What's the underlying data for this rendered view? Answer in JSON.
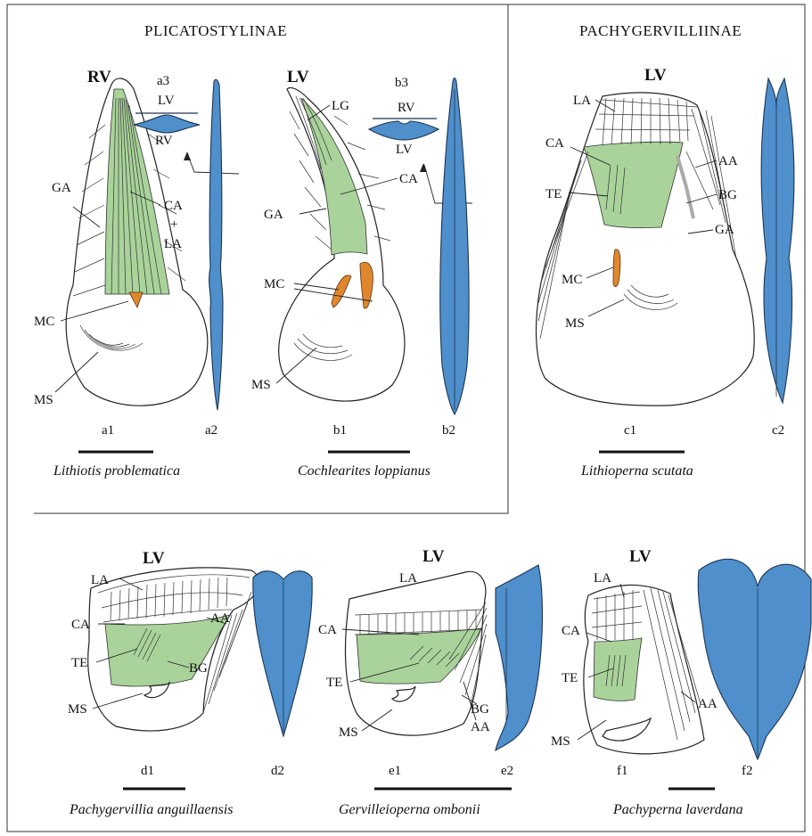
{
  "sections": {
    "plicatostylinae": "PLICATOSTYLINAE",
    "pachygervilliinae": "PACHYGERVILLIINAE"
  },
  "valve_tags": {
    "a": "RV",
    "b": "LV",
    "c": "LV",
    "d": "LV",
    "e": "LV",
    "f": "LV"
  },
  "section_labels": {
    "a3": "a3",
    "a3_top": "LV",
    "a3_bottom": "RV",
    "b3": "b3",
    "b3_top": "RV",
    "b3_bottom": "LV"
  },
  "abbreviations": {
    "GA": "GA",
    "CA": "CA",
    "plus": "+",
    "LA": "LA",
    "MC": "MC",
    "MS": "MS",
    "LG": "LG",
    "TE": "TE",
    "AA": "AA",
    "BG": "BG"
  },
  "panels": {
    "a1": "a1",
    "a2": "a2",
    "b1": "b1",
    "b2": "b2",
    "c1": "c1",
    "c2": "c2",
    "d1": "d1",
    "d2": "d2",
    "e1": "e1",
    "e2": "e2",
    "f1": "f1",
    "f2": "f2"
  },
  "species": {
    "a": "Lithiotis problematica",
    "b": "Cochlearites loppianus",
    "c": "Lithioperna scutata",
    "d": "Pachygervillia anguillaensis",
    "e": "Gervilleioperna ombonii",
    "f": "Pachyperna laverdana"
  },
  "colors": {
    "cavity": "#a9d39a",
    "section": "#4e8fcc",
    "myophoric_callus": "#e0872e"
  }
}
